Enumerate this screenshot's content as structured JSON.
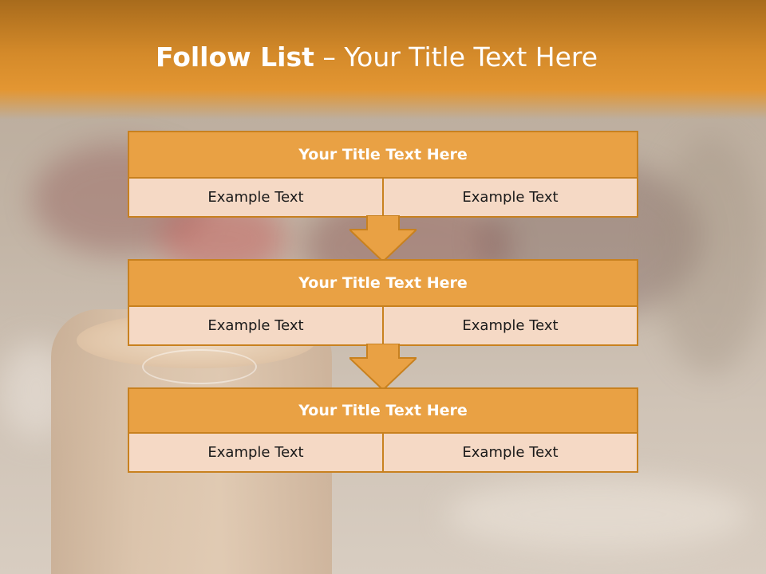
{
  "slide": {
    "title_bold": "Follow List",
    "title_rest": " – Your Title Text Here"
  },
  "steps": [
    {
      "title": "Your Title Text Here",
      "left": "Example Text",
      "right": "Example Text"
    },
    {
      "title": "Your Title Text Here",
      "left": "Example Text",
      "right": "Example Text"
    },
    {
      "title": "Your Title Text Here",
      "left": "Example Text",
      "right": "Example Text"
    }
  ],
  "colors": {
    "header_orange": "#e39632",
    "card_header": "#e9a144",
    "card_body": "#f5d9c5",
    "card_border": "#c8811f"
  },
  "icons": [
    "down-arrow-icon"
  ]
}
